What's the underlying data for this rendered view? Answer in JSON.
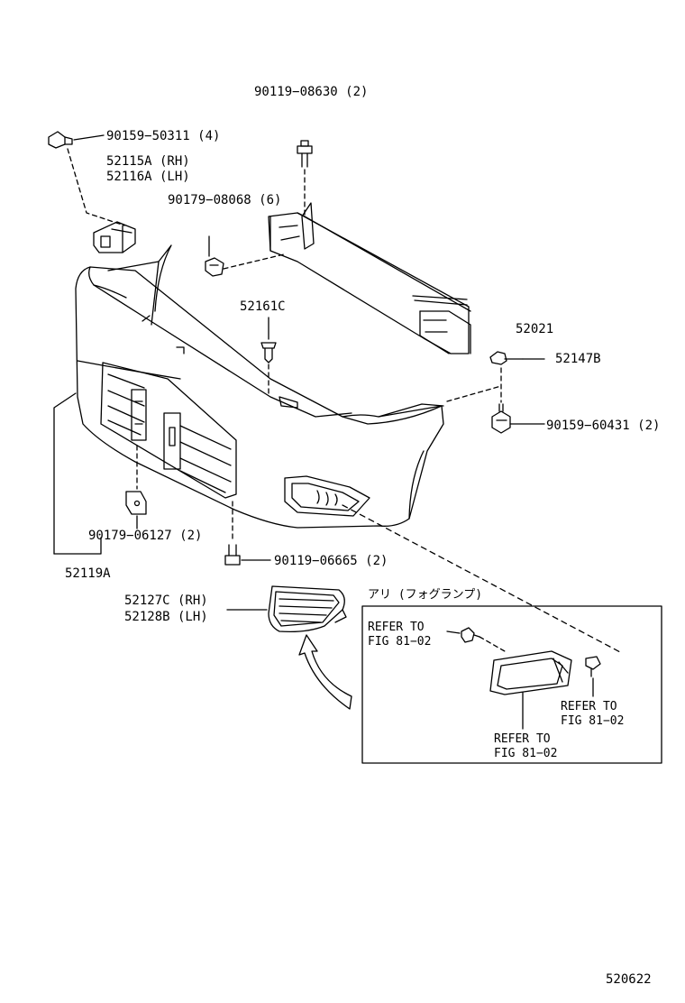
{
  "labels": {
    "p_90119_08630": "90119−08630 (2)",
    "p_90159_50311": "90159−50311 (4)",
    "p_52115A": "52115A (RH)",
    "p_52116A": "52116A (LH)",
    "p_90179_08068": "90179−08068 (6)",
    "p_52161C": "52161C",
    "p_52021": "52021",
    "p_52147B": "52147B",
    "p_90159_60431": "90159−60431 (2)",
    "p_90179_06127": "90179−06127 (2)",
    "p_90119_06665": "90119−06665 (2)",
    "p_52119A": "52119A",
    "p_52127C": "52127C (RH)",
    "p_52128B": "52128B (LH)"
  },
  "inset": {
    "title": "アリ (フォグランプ)",
    "refer_1_line1": "REFER TO",
    "refer_1_line2": "FIG 81−02",
    "refer_2_line1": "REFER TO",
    "refer_2_line2": "FIG 81−02",
    "refer_3_line1": "REFER TO",
    "refer_3_line2": "FIG 81−02"
  },
  "figure_number": "520622"
}
